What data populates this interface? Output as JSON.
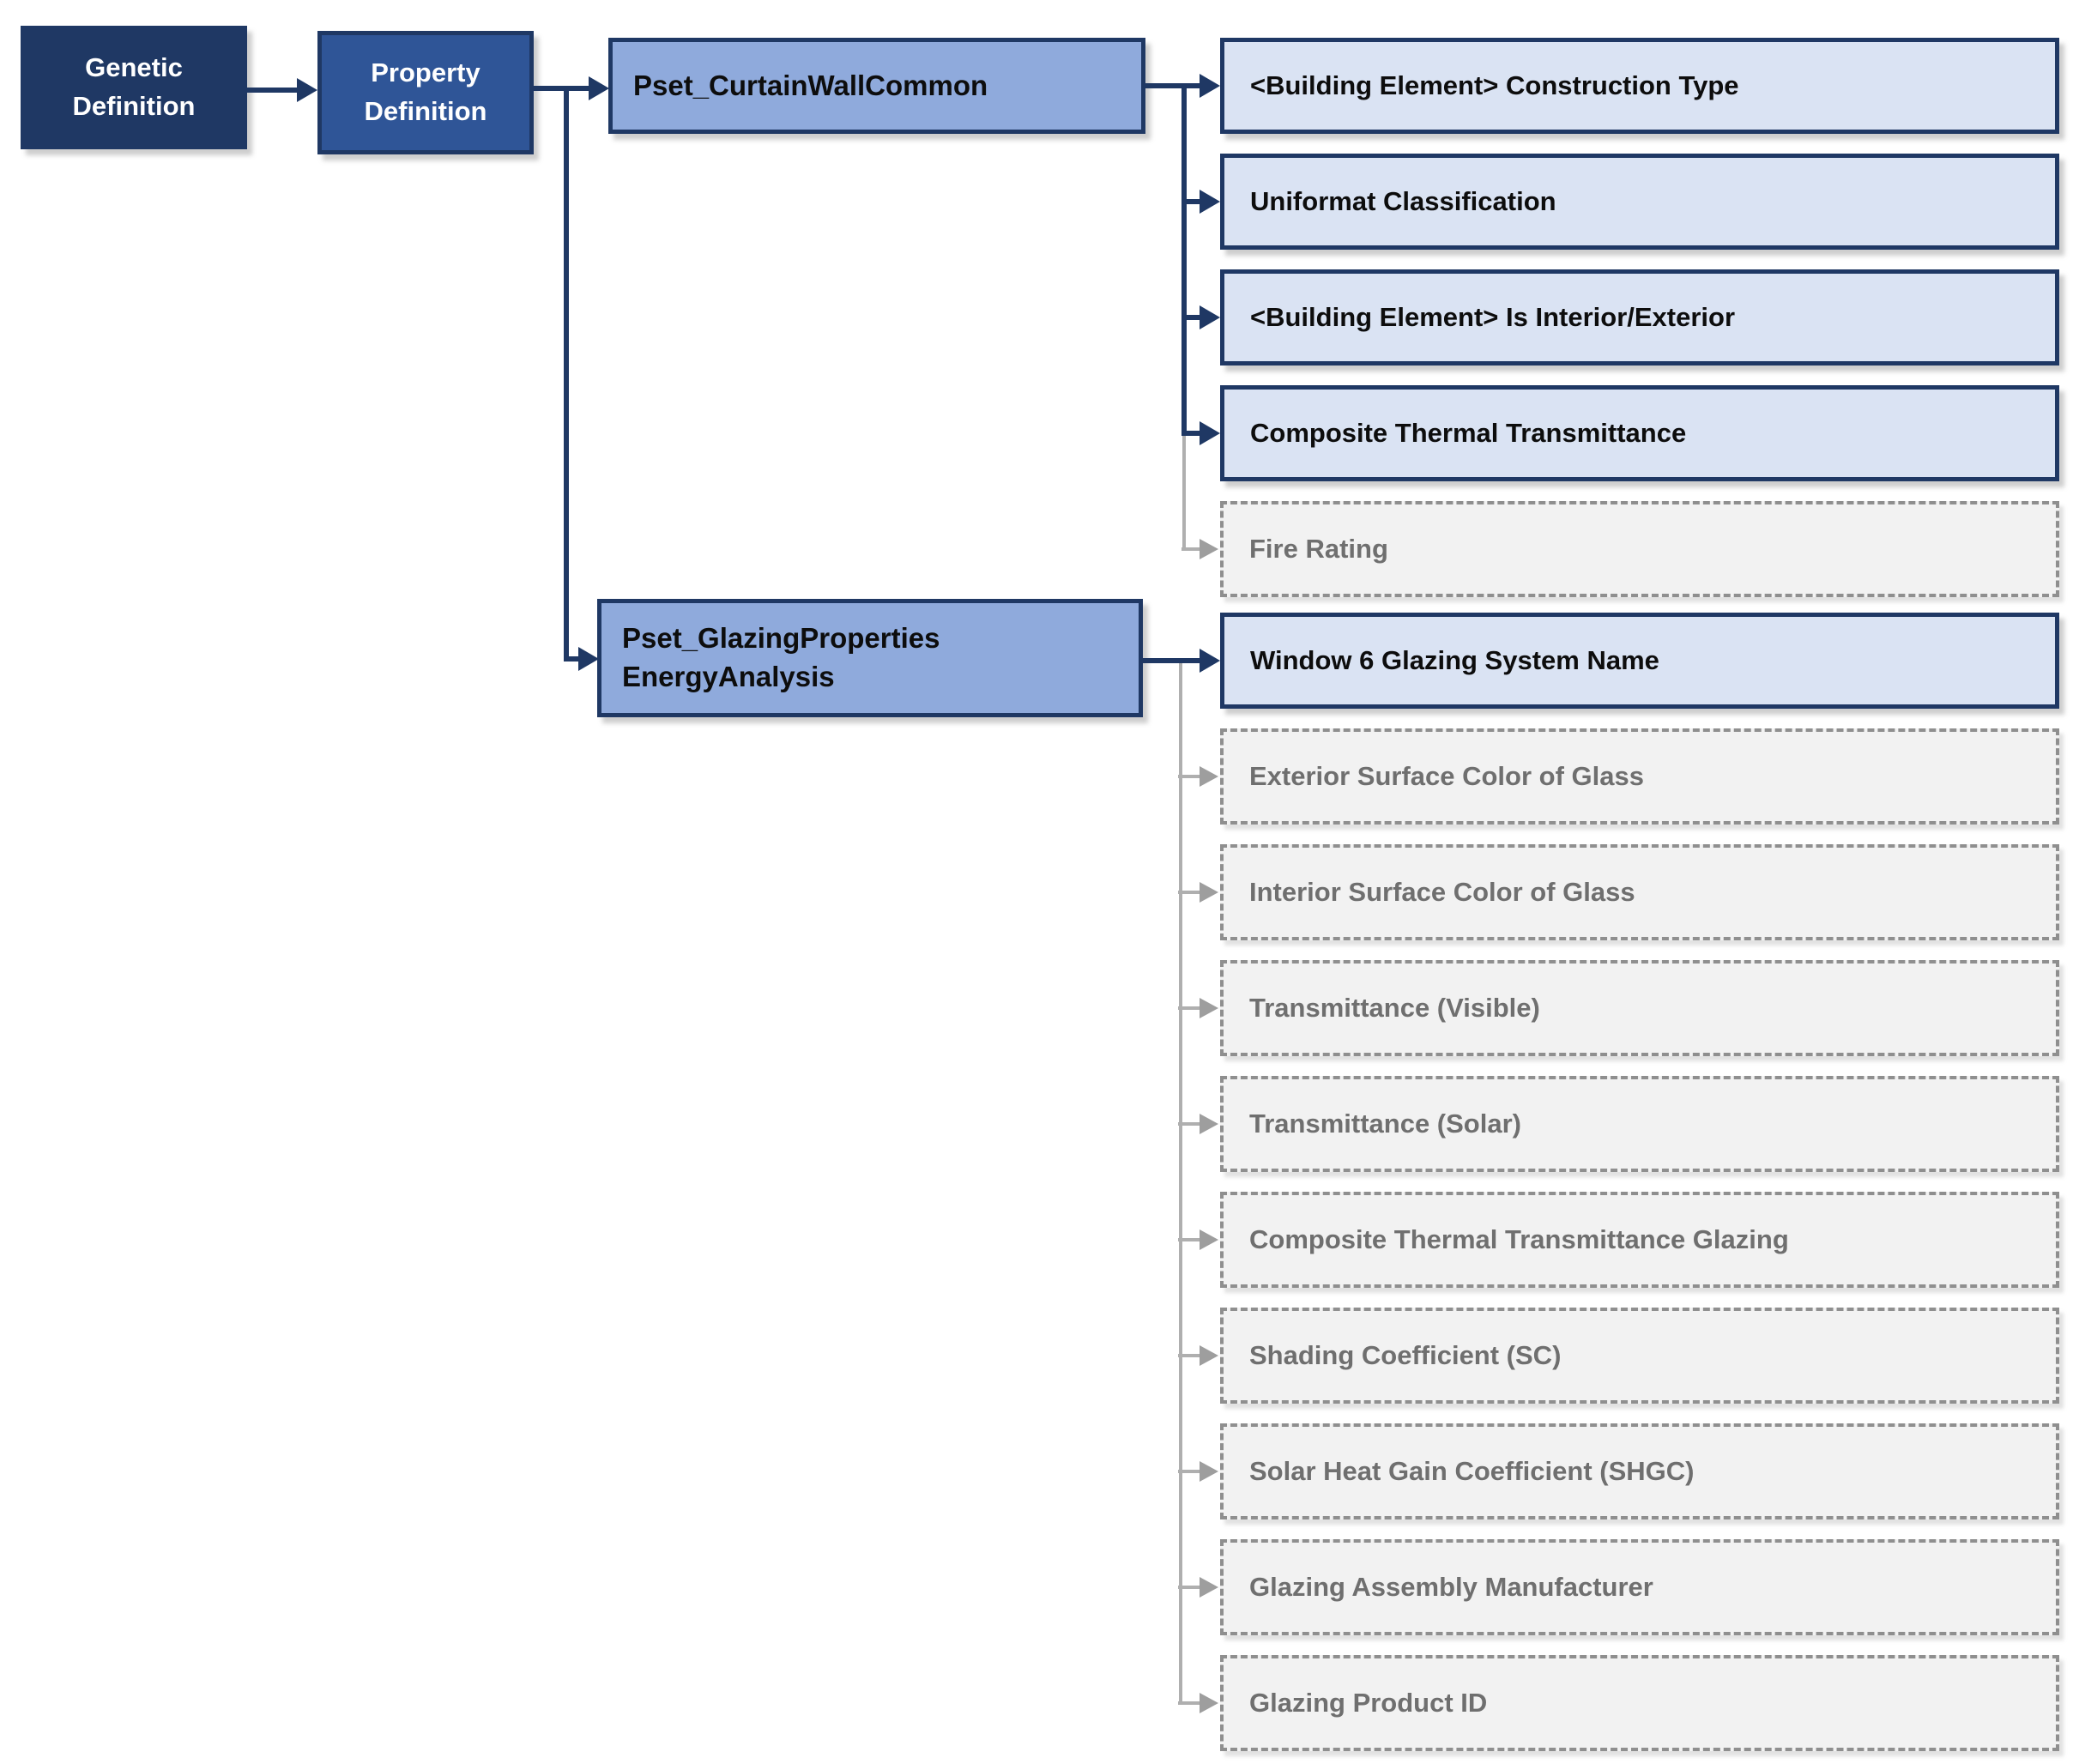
{
  "nodes": {
    "root": {
      "label": "Genetic Definition"
    },
    "property": {
      "label": "Property Definition"
    }
  },
  "psets": [
    {
      "label": "Pset_CurtainWallCommon",
      "properties": [
        {
          "label": "<Building Element> Construction Type",
          "state": "included"
        },
        {
          "label": "Uniformat Classification",
          "state": "included"
        },
        {
          "label": "<Building Element> Is Interior/Exterior",
          "state": "included"
        },
        {
          "label": "Composite Thermal Transmittance",
          "state": "included"
        },
        {
          "label": "Fire Rating",
          "state": "excluded"
        }
      ]
    },
    {
      "label": "Pset_GlazingProperties\nEnergyAnalysis",
      "properties": [
        {
          "label": "Window 6 Glazing System Name",
          "state": "included"
        },
        {
          "label": "Exterior Surface Color of Glass",
          "state": "excluded"
        },
        {
          "label": "Interior Surface Color of Glass",
          "state": "excluded"
        },
        {
          "label": "Transmittance (Visible)",
          "state": "excluded"
        },
        {
          "label": "Transmittance (Solar)",
          "state": "excluded"
        },
        {
          "label": "Composite Thermal Transmittance Glazing",
          "state": "excluded"
        },
        {
          "label": "Shading Coefficient (SC)",
          "state": "excluded"
        },
        {
          "label": "Solar Heat Gain Coefficient (SHGC)",
          "state": "excluded"
        },
        {
          "label": "Glazing Assembly Manufacturer",
          "state": "excluded"
        },
        {
          "label": "Glazing Product ID",
          "state": "excluded"
        }
      ]
    }
  ],
  "colors": {
    "navy": "#1F3864",
    "mid_blue": "#2F5597",
    "pset_fill": "#8FAADC",
    "leaf_fill": "#DAE3F3",
    "gray_fill": "#F2F2F2",
    "gray_border": "#8F8F8F",
    "gray_line": "#AFAFAF",
    "gray_text": "#6F6F6F"
  }
}
